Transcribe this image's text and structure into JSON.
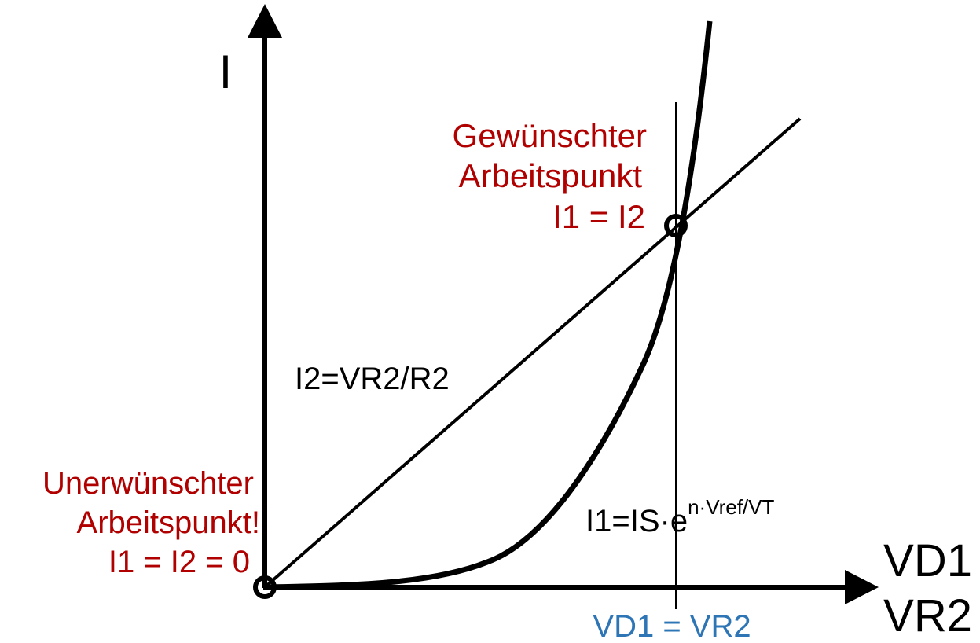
{
  "axes": {
    "y_label": "I",
    "x_label_line1": "VD1",
    "x_label_line2": "VR2"
  },
  "desired_point": {
    "line1": "Gewünschter",
    "line2": "Arbeitspunkt",
    "line3": "I1 = I2"
  },
  "undesired_point": {
    "line1": "Unerwünschter",
    "line2": "Arbeitspunkt!",
    "line3": "I1 = I2 = 0"
  },
  "resistor_line": {
    "label": "I2=VR2/R2"
  },
  "diode_curve": {
    "label_base": "I1=IS·e",
    "label_exponent": "n·Vref/VT"
  },
  "voltage_condition": {
    "label": "VD1 = VR2"
  },
  "colors": {
    "annotation_red": "#b00000",
    "annotation_blue": "#2e75b6",
    "line": "#000000"
  }
}
